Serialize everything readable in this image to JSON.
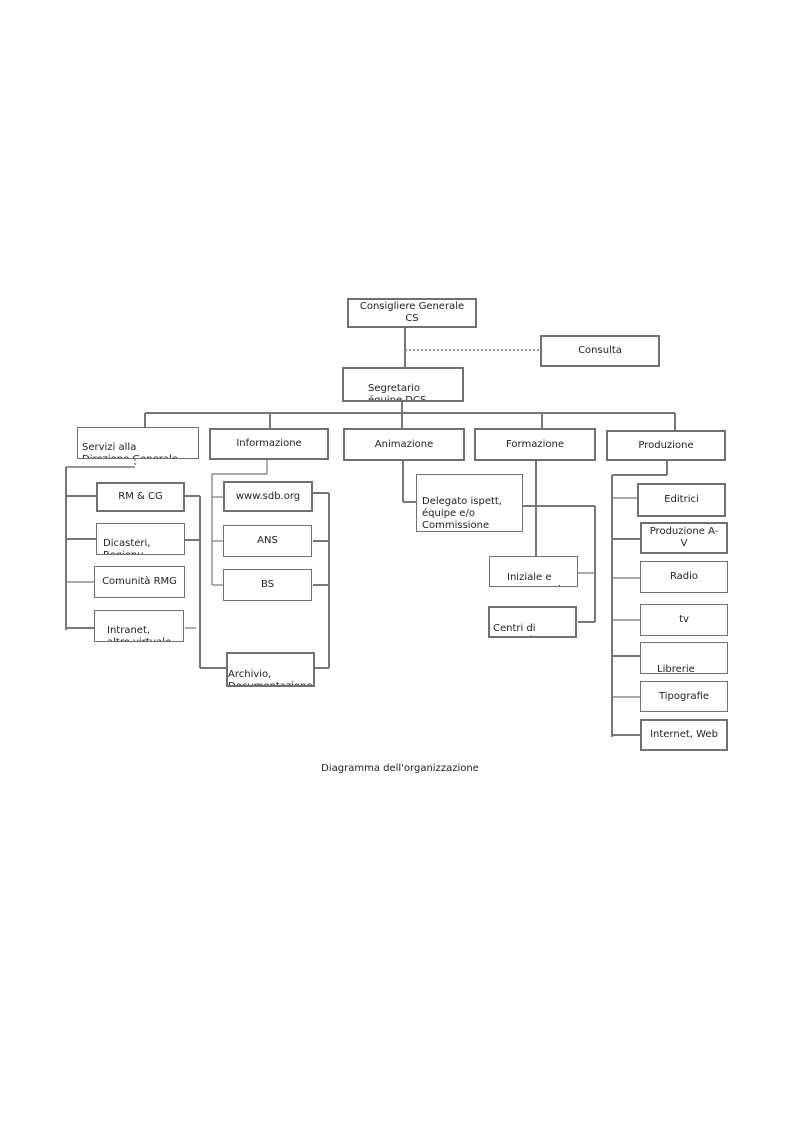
{
  "diagram": {
    "caption": "Diagramma dell'organizzazione",
    "top": {
      "consigliere": "Consigliere Generale CS",
      "consulta": "Consulta",
      "segretario": "Segretario\néquipe DCS"
    },
    "departments": {
      "servizi": "Servizi alla\nDirezione Generale",
      "informazione": "Informazione",
      "animazione": "Animazione",
      "formazione": "Formazione",
      "produzione": "Produzione"
    },
    "servizi_items": [
      "RM & CG",
      "Dicasteri,\nRegionu",
      "Comunità RMG",
      "Intranet,\naltro virtuale"
    ],
    "informazione_items": [
      "www.sdb.org",
      "ANS",
      "BS"
    ],
    "archivio": "Archivio,\nDocumentazione",
    "animazione_items": [
      "Delegato ispett,\néquipe e/o\nCommissione"
    ],
    "formazione_items": [
      "Iniziale e\npermanente",
      "Centri di\nFormazione CS"
    ],
    "produzione_items": [
      "Editrici",
      "Produzione A-V",
      "Radio",
      "tv",
      "Librerie",
      "Tipografie",
      "Internet, Web"
    ]
  }
}
